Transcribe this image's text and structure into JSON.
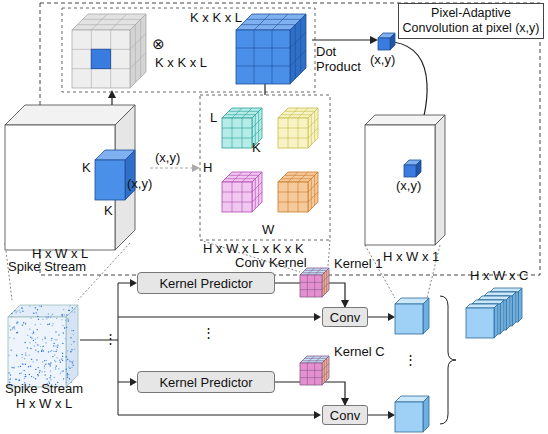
{
  "diagram": {
    "nodes": [
      {
        "text": [
          "Pixel-Adaptive Convolution at pixel (x,y)"
        ]
      },
      {
        "text": [
          "Kernel Predictor"
        ]
      },
      {
        "text": [
          "Conv"
        ]
      },
      {
        "text": [
          "Kernel Predictor"
        ]
      },
      {
        "text": [
          "Conv"
        ]
      }
    ],
    "edges": [
      {
        "from": 1,
        "to": 2,
        "arrow": "to"
      },
      {
        "from": 3,
        "to": 4,
        "arrow": "to"
      }
    ],
    "labels": [
      "K x K x L",
      "⊗",
      "K x K x L",
      "Dot Product",
      "(x,y)",
      "K",
      "K",
      "(x,y)",
      "(x,y)",
      "H x W x L",
      "Spike Stream",
      "L",
      "K",
      "H",
      "W",
      "H x W x L x K x K",
      "Conv Kernel",
      "(x,y)",
      "H x W x 1",
      "Spike Stream",
      "H x W x L",
      "Kernel 1",
      "Kernel C",
      "H x W x C",
      "⋮",
      "⋮",
      "⋮"
    ]
  }
}
